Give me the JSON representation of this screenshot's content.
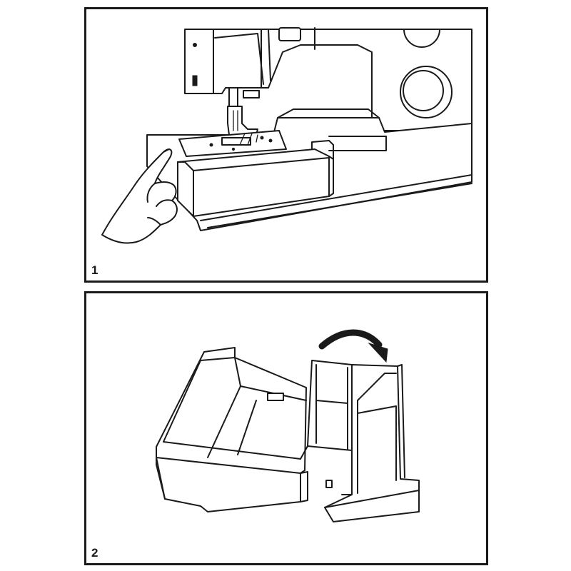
{
  "steps": [
    {
      "number": "1",
      "illustration": "hand-removing-accessory-box-from-sewing-machine"
    },
    {
      "number": "2",
      "illustration": "accessory-box-opened-lid-flipping"
    }
  ],
  "colors": {
    "line": "#1a1a1a",
    "background": "#ffffff"
  },
  "icons": [
    "hand-icon",
    "curved-arrow-icon",
    "sewing-machine-icon",
    "accessory-box-icon"
  ]
}
